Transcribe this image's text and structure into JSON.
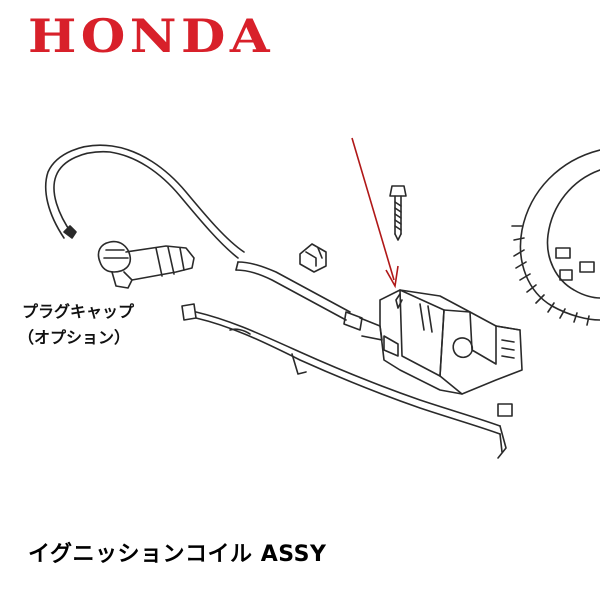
{
  "brand": {
    "logo_text": "HONDA",
    "color": "#d8202a"
  },
  "callouts": {
    "plug_cap_line1": "プラグキャップ",
    "plug_cap_line2": "（オプション）"
  },
  "product": {
    "title": "イグニッションコイル ASSY"
  },
  "colors": {
    "arrow": "#b01818",
    "line_art": "#2a2a2a",
    "background": "#ffffff"
  },
  "icons": [
    "honda-logo",
    "ignition-coil-illustration",
    "pointer-arrow-icon"
  ]
}
